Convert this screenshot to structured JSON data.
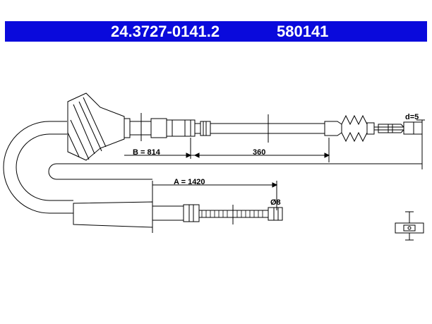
{
  "header": {
    "part_number": "24.3727-0141.2",
    "ref_number": "580141"
  },
  "labels": {
    "dim_b": "B = 814",
    "dim_360": "360",
    "dim_a": "A = 1420",
    "diameter": "Ø8",
    "end_diameter": "d=5"
  },
  "colors": {
    "header_bg": "#0a0adc",
    "header_text": "#ffffff",
    "line": "#000000"
  }
}
